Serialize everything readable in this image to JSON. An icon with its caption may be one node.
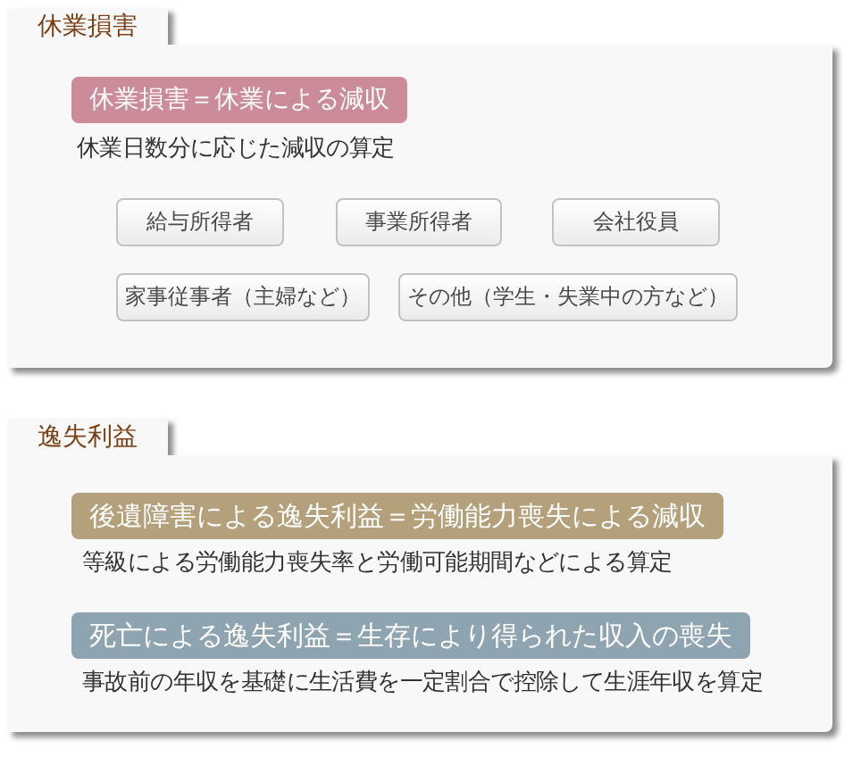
{
  "diagram": {
    "nodes": [
      {
        "text": [
          "休業損害"
        ]
      },
      {
        "text": [
          "休業損害＝休業による減収"
        ],
        "in": 0,
        "beside": [
          "休業日数分に応じた減収の算定"
        ]
      },
      {
        "text": [
          "給与所得者"
        ],
        "in": 0
      },
      {
        "text": [
          "事業所得者"
        ],
        "in": 0
      },
      {
        "text": [
          "会社役員"
        ],
        "in": 0
      },
      {
        "text": [
          "家事従事者（主婦など）"
        ],
        "in": 0
      },
      {
        "text": [
          "その他（学生・失業中の方など）"
        ],
        "in": 0
      },
      {
        "text": [
          "逸失利益"
        ]
      },
      {
        "text": [
          "後遺障害による逸失利益＝労働能力喪失による減収"
        ],
        "in": 7,
        "beside": [
          "等級による労働能力喪失率と労働可能期間などによる算定"
        ]
      },
      {
        "text": [
          "死亡による逸失利益＝生存により得られた収入の喪失"
        ],
        "in": 7,
        "beside": [
          "事故前の年収を基礎に生活費を一定割合で控除して生涯年収を算定"
        ]
      }
    ]
  }
}
